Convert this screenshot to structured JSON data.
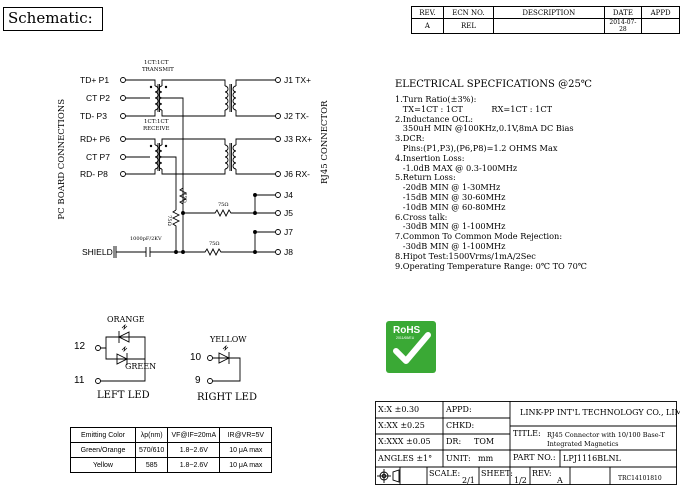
{
  "header": {
    "title": "Schematic:"
  },
  "revision_table": {
    "headers": [
      "REV.",
      "ECN NO.",
      "DESCRIPTION",
      "DATE",
      "APPD"
    ],
    "row": [
      "A",
      "REL",
      "",
      "2014-07-28",
      ""
    ]
  },
  "schematic": {
    "left_pins": [
      "TD+ P1",
      "CT P2",
      "TD- P3",
      "RD+ P6",
      "CT P7",
      "RD- P8"
    ],
    "right_pins": [
      "J1 TX+",
      "J2 TX-",
      "J3 RX+",
      "J6 RX-",
      "J4",
      "J5",
      "J7",
      "J8"
    ],
    "transmit_label": [
      "1CT:1CT",
      "TRANSMIT"
    ],
    "receive_label": [
      "1CT:1CT",
      "RECEIVE"
    ],
    "left_side_label": "PC BOARD CONNECTIONS",
    "right_side_label": "RJ45 CONNECTOR",
    "shield_label": "SHIELD",
    "cap_label": "1000pF/2KV",
    "resistor_label": "75Ω"
  },
  "electrical_specs": {
    "title": "ELECTRICAL SPECFICATIONS @25℃",
    "lines": [
      "1.Turn Ratio(±3%):",
      "   TX=1CT : 1CT           RX=1CT : 1CT",
      "2.Inductance OCL:",
      "   350uH MIN @100KHz,0.1V,8mA DC Bias",
      "3.DCR:",
      "   Pins:(P1,P3),(P6,P8)=1.2 OHMS Max",
      "4.Insertion Loss:",
      "   -1.0dB MAX @ 0.3-100MHz",
      "5.Return Loss:",
      "   -20dB MIN @ 1-30MHz",
      "   -15dB MIN @ 30-60MHz",
      "   -10dB MIN @ 60-80MHz",
      "6.Cross talk:",
      "   -30dB MIN @ 1-100MHz",
      "7.Common To Common Mode Rejection:",
      "   -30dB MIN @ 1-100MHz",
      "8.Hipot Test:1500Vrms/1mA/2Sec",
      "9.Operating Temperature Range: 0℃ TO 70℃"
    ]
  },
  "rohs": {
    "label": "RoHS",
    "sub": "2011/65/EU",
    "color": "#3aa935"
  },
  "leds": {
    "left": {
      "pins": [
        "12",
        "11"
      ],
      "orange": "ORANGE",
      "green": "GREEN",
      "title": "LEFT LED"
    },
    "right": {
      "pins": [
        "10",
        "9"
      ],
      "yellow": "YELLOW",
      "title": "RIGHT LED"
    }
  },
  "led_table": {
    "headers": [
      "Emitting Color",
      "λp(nm)",
      "VF@IF=20mA",
      "IR@VR=5V"
    ],
    "rows": [
      [
        "Green/Orange",
        "570/610",
        "1.8~2.6V",
        "10 μA max"
      ],
      [
        "Yellow",
        "585",
        "1.8~2.6V",
        "10 μA max"
      ]
    ]
  },
  "title_block": {
    "tol_x": "X:X    ±0.30",
    "tol_xx": "X:XX   ±0.25",
    "tol_xxx": "X:XXX ±0.05",
    "angles": "ANGLES ±1°",
    "appd": "APPD:",
    "chkd": "CHKD:",
    "dr": "DR:",
    "dr_name": "TOM",
    "unit": "UNIT:",
    "unit_val": "mm",
    "company": "LINK-PP INT'L TECHNOLOGY CO., LIMITED",
    "title_label": "TITLE:",
    "title_val1": "RJ45 Connector with 10/100 Base-T",
    "title_val2": "Integrated Magnetics",
    "part_label": "PART NO.:",
    "part_val": "LPJ1116BLNL",
    "scale_label": "SCALE:",
    "scale_val": "2/1",
    "sheet_label": "SHEET:",
    "sheet_val": "1/2",
    "rev_label": "REV:",
    "rev_val": "A",
    "doc_no": "TRC14101810"
  }
}
